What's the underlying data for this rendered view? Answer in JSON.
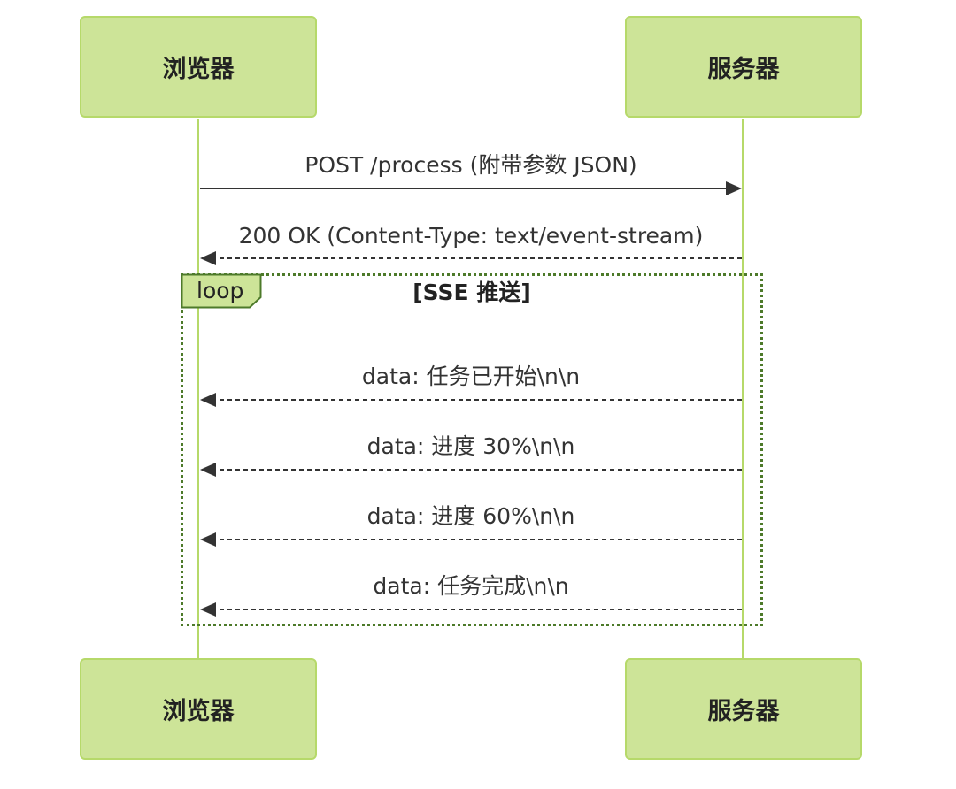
{
  "participants": {
    "browser": "浏览器",
    "server": "服务器"
  },
  "loop": {
    "label": "loop",
    "condition": "[SSE 推送]"
  },
  "messages": [
    {
      "text": "POST /process (附带参数 JSON)",
      "from": "browser",
      "to": "server",
      "style": "solid"
    },
    {
      "text": "200 OK (Content-Type: text/event-stream)",
      "from": "server",
      "to": "browser",
      "style": "dashed"
    },
    {
      "text": "data: 任务已开始\\n\\n",
      "from": "server",
      "to": "browser",
      "style": "dashed"
    },
    {
      "text": "data: 进度 30%\\n\\n",
      "from": "server",
      "to": "browser",
      "style": "dashed"
    },
    {
      "text": "data: 进度 60%\\n\\n",
      "from": "server",
      "to": "browser",
      "style": "dashed"
    },
    {
      "text": "data: 任务完成\\n\\n",
      "from": "server",
      "to": "browser",
      "style": "dashed"
    }
  ],
  "colors": {
    "actor_fill": "#cde498",
    "actor_border": "#b6d96a",
    "lifeline": "#b6d96a",
    "loop_border": "#4d7a2a",
    "arrow": "#333333"
  }
}
